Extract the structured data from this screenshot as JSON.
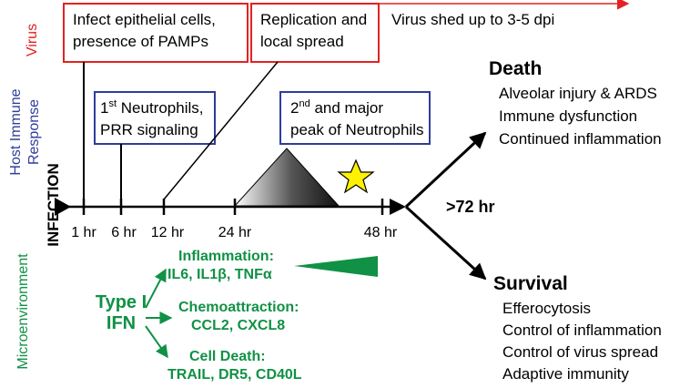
{
  "side_labels": {
    "virus": "Virus",
    "host_1": "Host Immune",
    "host_2": "Response",
    "micro": "Microenvironment"
  },
  "infection_label": "INFECTION",
  "timeline": {
    "ticks": [
      "1 hr",
      "6 hr",
      "12 hr",
      "24 hr",
      "48 hr"
    ],
    "after": ">72 hr"
  },
  "virus_boxes": {
    "box1_line1": "Infect epithelial cells,",
    "box1_line2": "presence of PAMPs",
    "box2_line1": "Replication and",
    "box2_line2": "local spread",
    "shed": "Virus shed up to 3-5 dpi"
  },
  "host_boxes": {
    "box1_pre": "1",
    "box1_sup": "st",
    "box1_post": " Neutrophils,",
    "box1_line2": "PRR signaling",
    "box2_pre": "2",
    "box2_sup": "nd",
    "box2_post": " and major",
    "box2_line2": "peak of Neutrophils"
  },
  "micro": {
    "type1_line1": "Type I",
    "type1_line2": "IFN",
    "inflammation_title": "Inflammation:",
    "inflammation_items": "IL6, IL1β, TNFα",
    "chemo_title": "Chemoattraction:",
    "chemo_items": "CCL2, CXCL8",
    "death_title": "Cell Death:",
    "death_items": "TRAIL, DR5, CD40L"
  },
  "death": {
    "title": "Death",
    "items": [
      "Alveolar injury & ARDS",
      "Immune dysfunction",
      "Continued inflammation"
    ]
  },
  "survival": {
    "title": "Survival",
    "items": [
      "Efferocytosis",
      "Control of inflammation",
      "Control of virus spread",
      "Adaptive immunity"
    ]
  },
  "colors": {
    "virus_red": "#e32222",
    "host_blue": "#2e3d99",
    "micro_green": "#109145",
    "star_yellow": "#fff200"
  }
}
